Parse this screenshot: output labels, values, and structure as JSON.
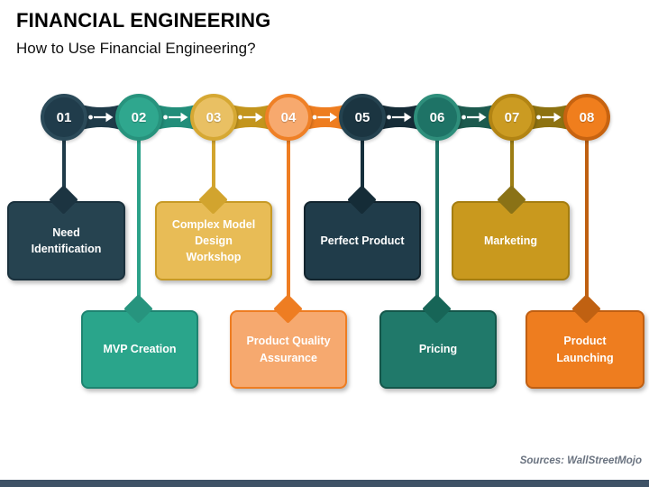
{
  "slide": {
    "title": "FINANCIAL ENGINEERING",
    "subtitle": "How to Use Financial Engineering?",
    "source_note": "Sources: WallStreetMojo"
  },
  "palette": {
    "background": "#FFFFFF",
    "title_text": "#000000",
    "footer_bar": "#3E5266",
    "source_text": "#6A7380",
    "arrow": "#FFFFFF"
  },
  "steps": [
    {
      "number": "01",
      "label": "Need Identification",
      "position": "top",
      "circle_fill": "#203C4B",
      "circle_ring": "#2B4A59",
      "connector_to_next": "#1F3B49",
      "drop_line": "#1F3B49",
      "box_fill": "#264350",
      "box_border": "#1A313D",
      "diamond": "#1C3441"
    },
    {
      "number": "02",
      "label": "MVP Creation",
      "position": "bottom",
      "circle_fill": "#2FA78E",
      "circle_ring": "#27937D",
      "connector_to_next": "#228E7A",
      "drop_line": "#2BA189",
      "box_fill": "#2AA58B",
      "box_border": "#1E8471",
      "diamond": "#27947E"
    },
    {
      "number": "03",
      "label": "Complex Model Design Workshop",
      "position": "top",
      "circle_fill": "#E9C063",
      "circle_ring": "#D6A833",
      "connector_to_next": "#C3951D",
      "drop_line": "#D2A42E",
      "box_fill": "#E8BC56",
      "box_border": "#C79A26",
      "diamond": "#D2A42E"
    },
    {
      "number": "04",
      "label": "Product Quality Assurance",
      "position": "bottom",
      "circle_fill": "#F7A96E",
      "circle_ring": "#EF8026",
      "connector_to_next": "#EE7D20",
      "drop_line": "#EE7D22",
      "box_fill": "#F6A96F",
      "box_border": "#EE7D22",
      "diamond": "#EE7D22"
    },
    {
      "number": "05",
      "label": "Perfect Product",
      "position": "top",
      "circle_fill": "#1B3541",
      "circle_ring": "#24424F",
      "connector_to_next": "#152C37",
      "drop_line": "#16303C",
      "box_fill": "#203C4A",
      "box_border": "#12242E",
      "diamond": "#152C37"
    },
    {
      "number": "06",
      "label": "Pricing",
      "position": "bottom",
      "circle_fill": "#1E7366",
      "circle_ring": "#2E8E7B",
      "connector_to_next": "#1C5A4E",
      "drop_line": "#1E7366",
      "box_fill": "#20796A",
      "box_border": "#14564A",
      "diamond": "#176557"
    },
    {
      "number": "07",
      "label": "Marketing",
      "position": "top",
      "circle_fill": "#CB9B22",
      "circle_ring": "#B28413",
      "connector_to_next": "#8D7211",
      "drop_line": "#9C7D13",
      "box_fill": "#C9991E",
      "box_border": "#A47D10",
      "diamond": "#8A7216"
    },
    {
      "number": "08",
      "label": "Product Launching",
      "position": "bottom",
      "circle_fill": "#F07E1D",
      "circle_ring": "#C76310",
      "connector_to_next": null,
      "drop_line": "#BF6011",
      "box_fill": "#EE7D1F",
      "box_border": "#C05F12",
      "diamond": "#C06112"
    }
  ]
}
